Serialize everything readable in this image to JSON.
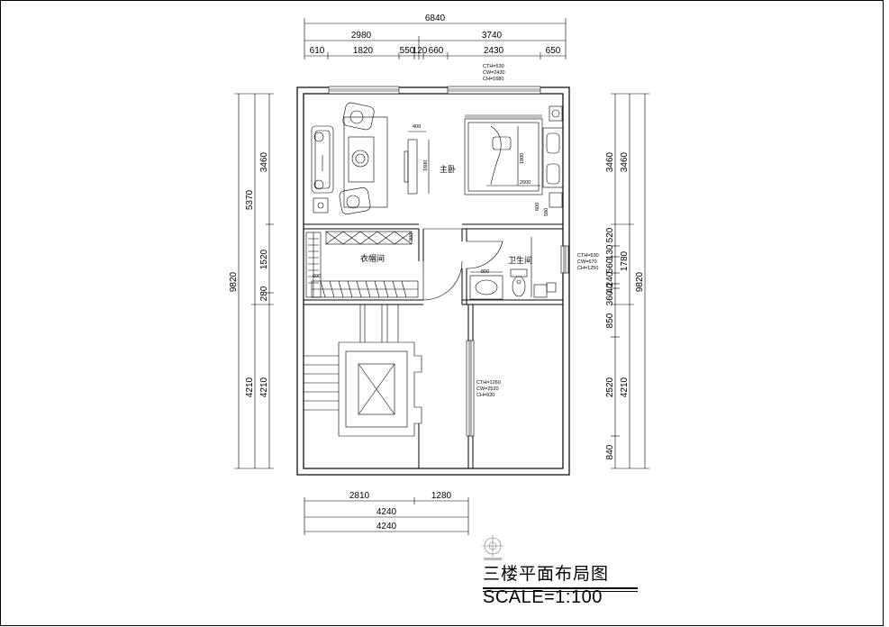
{
  "drawing": {
    "title": "三楼平面布局图",
    "scale": "SCALE=1:100"
  },
  "top_dimensions": {
    "overall": "6840",
    "level2": [
      "2980",
      "3740"
    ],
    "level3": [
      "610",
      "1820",
      "550",
      "120",
      "660",
      "2430",
      "650"
    ]
  },
  "bottom_dimensions": {
    "level1": [
      "2810",
      "1280"
    ],
    "level2": "4240",
    "level3": "4240"
  },
  "left_dimensions": {
    "outer": "9820",
    "middle": [
      "5370",
      "4210"
    ],
    "inner": [
      "3460",
      "1520",
      "280",
      "4210"
    ]
  },
  "right_dimensions": {
    "inner": [
      "3460",
      "520",
      "130",
      "560",
      "240",
      "40",
      "360",
      "850",
      "2520",
      "840"
    ],
    "middle": [
      "3460",
      "1780",
      "4210"
    ],
    "outer": "9820"
  },
  "rooms": {
    "master_bedroom": "主卧",
    "walk_in_closet": "衣帽间",
    "bathroom": "卫生间"
  },
  "window_notes": {
    "top": [
      "CTH=530",
      "CW=2430",
      "CH=1680"
    ],
    "bath": [
      "CTH=930",
      "CW=670",
      "CH=1250"
    ],
    "stair": [
      "CTH=1260",
      "CW=2520",
      "CH=920"
    ]
  },
  "furniture_dims": {
    "tv_width": "400",
    "tv_length": "1600",
    "bed_length": "1800",
    "bed_width": "2000",
    "chair_a": "600",
    "chair_b": "580",
    "closet_depth": "300",
    "closet_left": "600",
    "vanity": "800"
  }
}
